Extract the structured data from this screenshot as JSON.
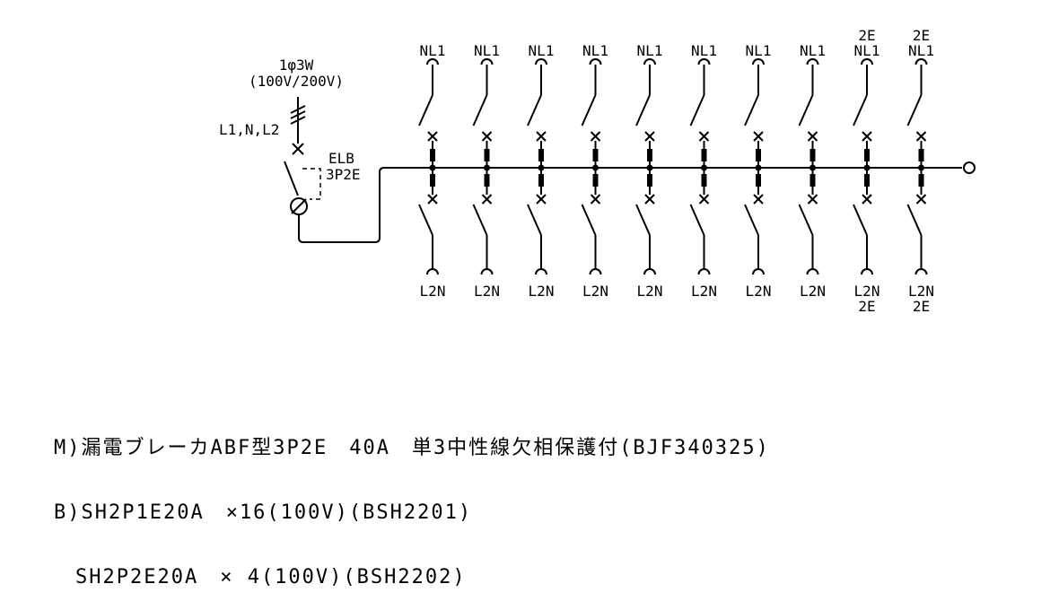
{
  "supply": {
    "phase": "1φ3W",
    "voltage": "(100V/200V)",
    "conductors": "L1,N,L2"
  },
  "main_breaker": {
    "name": "ELB",
    "poles": "3P2E"
  },
  "branches": [
    {
      "top": [
        "NL1"
      ],
      "bottom": [
        "L2N"
      ]
    },
    {
      "top": [
        "NL1"
      ],
      "bottom": [
        "L2N"
      ]
    },
    {
      "top": [
        "NL1"
      ],
      "bottom": [
        "L2N"
      ]
    },
    {
      "top": [
        "NL1"
      ],
      "bottom": [
        "L2N"
      ]
    },
    {
      "top": [
        "NL1"
      ],
      "bottom": [
        "L2N"
      ]
    },
    {
      "top": [
        "NL1"
      ],
      "bottom": [
        "L2N"
      ]
    },
    {
      "top": [
        "NL1"
      ],
      "bottom": [
        "L2N"
      ]
    },
    {
      "top": [
        "NL1"
      ],
      "bottom": [
        "L2N"
      ]
    },
    {
      "top": [
        "2E",
        "NL1"
      ],
      "bottom": [
        "L2N",
        "2E"
      ]
    },
    {
      "top": [
        "2E",
        "NL1"
      ],
      "bottom": [
        "L2N",
        "2E"
      ]
    }
  ],
  "notes": [
    "M)漏電ブレーカABF型3P2E　40A　単3中性線欠相保護付(BJF340325)",
    "B)SH2P1E20A　×16(100V)(BSH2201)",
    "　SH2P2E20A　× 4(100V)(BSH2202)"
  ]
}
